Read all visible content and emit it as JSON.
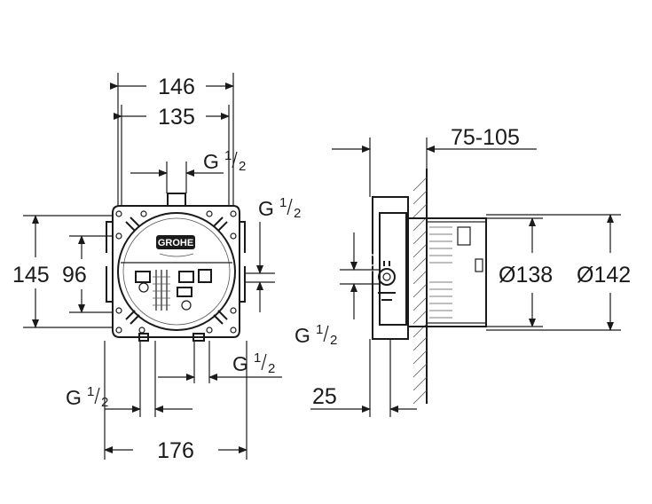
{
  "front_view": {
    "dim_146": "146",
    "dim_135": "135",
    "dim_145": "145",
    "dim_96": "96",
    "dim_176": "176",
    "thread_top": {
      "main": "G",
      "num": "1",
      "den": "2"
    },
    "thread_right": {
      "main": "G",
      "num": "1",
      "den": "2"
    },
    "thread_bottom_left": {
      "main": "G",
      "num": "1",
      "den": "2"
    },
    "thread_bottom_right": {
      "main": "G",
      "num": "1",
      "den": "2"
    },
    "brand": "GROHE"
  },
  "side_view": {
    "dim_depth": "75-105",
    "dim_25": "25",
    "dia_138": "Ø138",
    "dia_142": "Ø142",
    "thread_left": {
      "main": "G",
      "num": "1",
      "den": "2"
    }
  },
  "colors": {
    "line": "#1a1a1a",
    "background": "#ffffff"
  }
}
